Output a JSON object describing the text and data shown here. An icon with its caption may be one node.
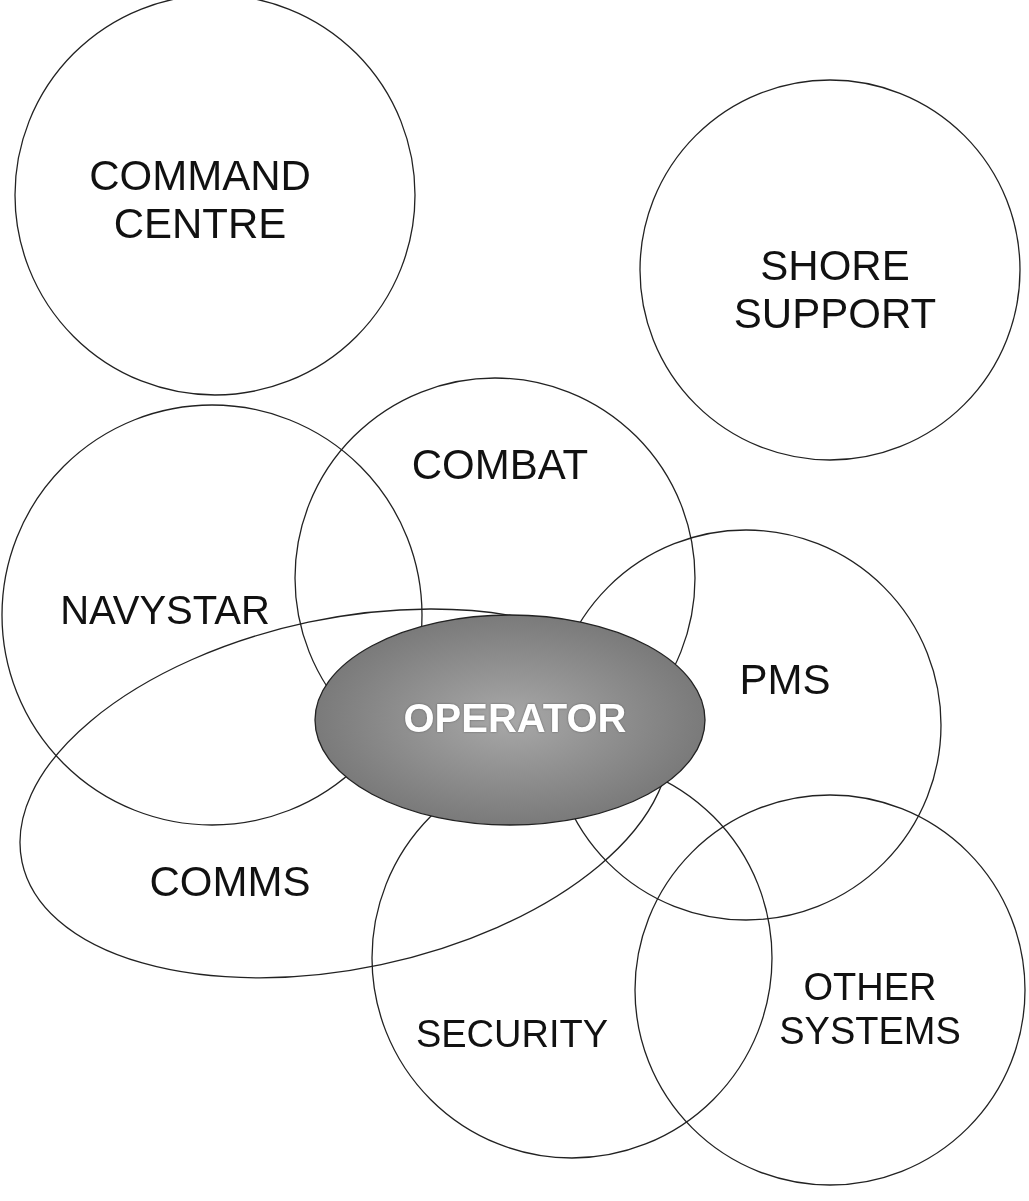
{
  "diagram": {
    "nodes": [
      {
        "text": [
          "COMMAND CENTRE"
        ]
      },
      {
        "text": [
          "SHORE SUPPORT"
        ]
      },
      {
        "text": [
          "COMBAT"
        ]
      },
      {
        "text": [
          "NAVYSTAR"
        ]
      },
      {
        "text": [
          "PMS"
        ]
      },
      {
        "text": [
          "COMMS"
        ]
      },
      {
        "text": [
          "OPERATOR"
        ]
      },
      {
        "text": [
          "SECURITY"
        ]
      },
      {
        "text": [
          "OTHER SYSTEMS"
        ]
      }
    ]
  }
}
